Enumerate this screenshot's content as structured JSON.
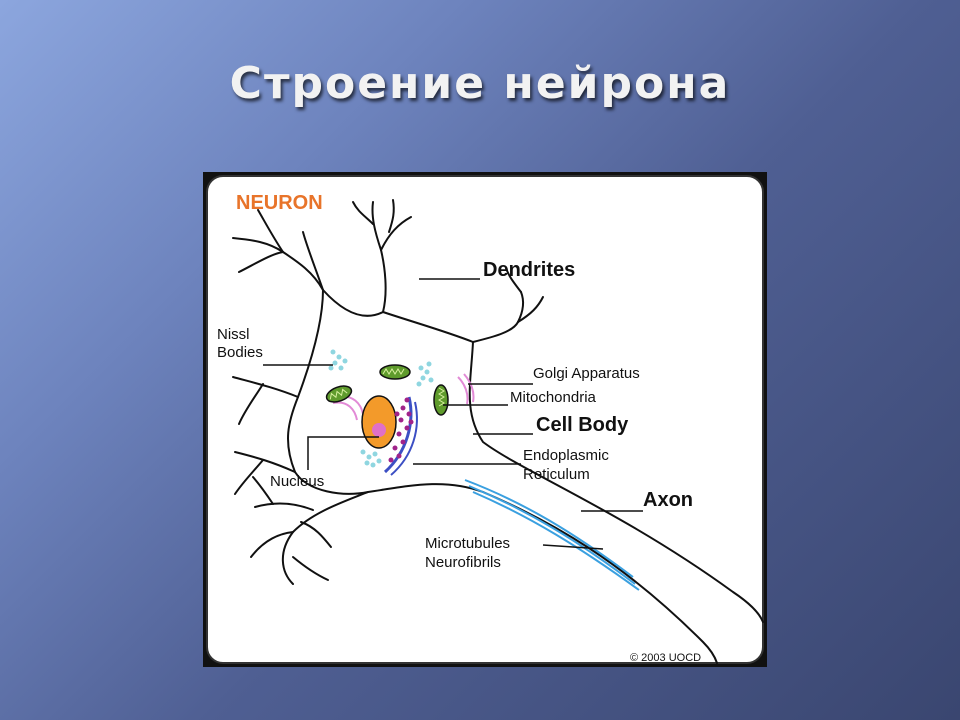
{
  "slide": {
    "title": "Строение нейрона"
  },
  "diagram": {
    "heading": "NEURON",
    "labels": {
      "dendrites": "Dendrites",
      "nissl_line1": "Nissl",
      "nissl_line2": "Bodies",
      "golgi": "Golgi Apparatus",
      "mitochondria": "Mitochondria",
      "cell_body": "Cell Body",
      "er_line1": "Endoplasmic",
      "er_line2": "Reticulum",
      "nucleus": "Nucleus",
      "axon": "Axon",
      "micro_line1": "Microtubules",
      "micro_line2": "Neurofibrils"
    },
    "copyright": "© 2003 UOCD",
    "colors": {
      "heading": "#e8742a",
      "nucleus": "#f39a2a",
      "nucleolus": "#e070c8",
      "mitochondria": "#5f9b2c",
      "nissl": "#8fd6e0",
      "golgi": "#e28ad6",
      "er_blue": "#3c4fc4",
      "er_dots": "#a0238a",
      "microtubules": "#3aa0e0"
    }
  }
}
